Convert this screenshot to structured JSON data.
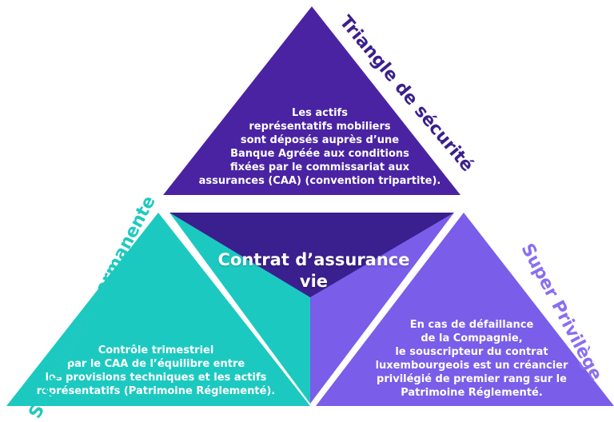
{
  "colors": {
    "top": "#4a23a3",
    "center_top": "#3a1f8f",
    "center_left": "#1cc9c0",
    "center_right": "#7a5de8",
    "left": "#1cc9c0",
    "right": "#7a5de8",
    "label_top": "#3b1f8c",
    "label_left": "#1fc9c0",
    "label_right": "#8a6ef0"
  },
  "labels": {
    "top": "Triangle de sécurité",
    "left": "Surveillance permanente",
    "right": "Super Privilège"
  },
  "center": {
    "title": "Contrat d’assurance\nvie"
  },
  "top_text": "Les actifs\nreprésentatifs mobiliers\nsont déposés auprès d’une\nBanque Agréée aux conditions\nfixées par le commissariat aux\nassurances (CAA) (convention tripartite).",
  "left_text": "Contrôle trimestriel\npar le CAA de l’équilibre entre\nles provisions techniques et les actifs\nreprésentatifs (Patrimoine Réglementé).",
  "right_text": "En cas de défaillance\nde la Compagnie,\nle souscripteur du contrat\nluxembourgeois est un créancier\nprivilégié de premier rang sur le\nPatrimoine Réglementé."
}
